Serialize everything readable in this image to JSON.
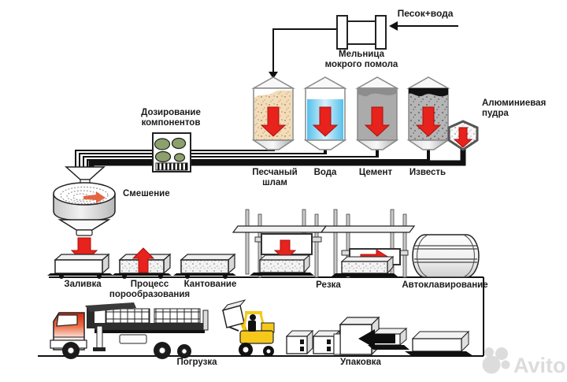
{
  "flow": {
    "input_label": "Песок+вода",
    "stations": {
      "mill": "Мельница\nмокрого помола",
      "dosing": "Дозирование\nкомпонентов",
      "mixing": "Смешение",
      "pouring": "Заливка",
      "pore_formation": "Процесс\nпорообразования",
      "tilting": "Кантование",
      "cutting": "Резка",
      "autoclaving": "Автоклавирование",
      "loading": "Погрузка",
      "packing": "Упаковка"
    },
    "silos": [
      {
        "label": "Песчаный\nшлам",
        "fill": "#f2dcba"
      },
      {
        "label": "Вода",
        "fill": "#ffffff"
      },
      {
        "label": "Цемент",
        "fill": "#ababab"
      },
      {
        "label": "Известь",
        "fill": "#b5b5b5"
      }
    ],
    "aluminum_powder": "Алюминиевая\nпудра",
    "watermark": "Avito",
    "colors": {
      "flow_arrow_red": "#e8221c",
      "pipe_black": "#111111",
      "water_blue": "#54c0ec",
      "sand_tan": "#f2dcba",
      "cement_gray": "#ababab",
      "lime_gray": "#b5b5b5",
      "dosing_green": "#8ba06b",
      "forklift_yellow": "#f5c81b",
      "truck_cab_red": "#d5290f",
      "watermark_gray": "#dcdcdc"
    }
  }
}
